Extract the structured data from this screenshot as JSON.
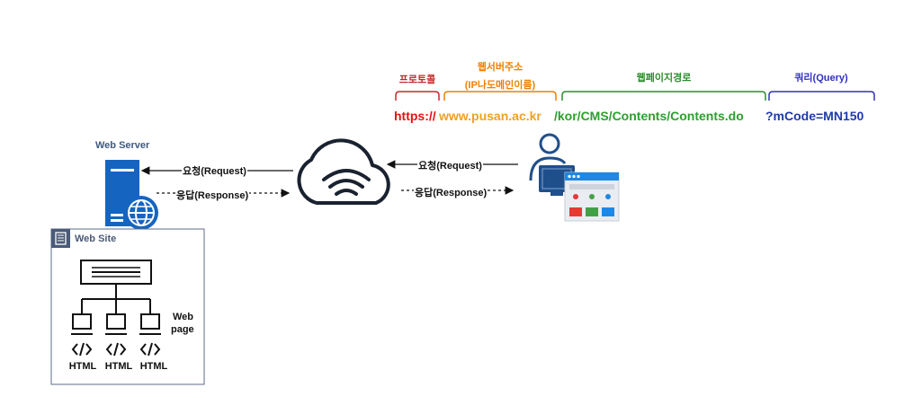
{
  "url": {
    "protocol": "https://",
    "server": "www.pusan.ac.kr",
    "path": "/kor/CMS/Contents/Contents.do",
    "query": "?mCode=MN150"
  },
  "labels": {
    "protocol": "프로토콜",
    "server_line1": "웹서버주소",
    "server_line2": "(IP나도메인이름)",
    "path": "웹페이지경로",
    "query": "쿼리(Query)"
  },
  "colors": {
    "protocol": "#e81010",
    "server": "#f0a020",
    "path": "#2ca02c",
    "query": "#1f3aa8",
    "protocol_label": "#c62828",
    "server_label": "#f07f00",
    "path_label": "#2e8b2e",
    "query_label": "#3030c0",
    "server_blue": "#1565c0",
    "title_text": "#3d5a80",
    "site_header": "#4a5a78"
  },
  "web_server": {
    "title": "Web Server"
  },
  "web_site": {
    "title": "Web Site",
    "page_label_1": "Web",
    "page_label_2": "page",
    "html_labels": [
      "HTML",
      "HTML",
      "HTML"
    ]
  },
  "arrows": {
    "left_request": "요청(Request)",
    "left_response": "응답(Response)",
    "right_request": "요청(Request)",
    "right_response": "응답(Response)"
  },
  "icons": [
    "server-icon",
    "globe-icon",
    "cloud-wifi-icon",
    "user-computer-icon",
    "browser-window-icon",
    "site-structure-icon",
    "code-icon"
  ]
}
